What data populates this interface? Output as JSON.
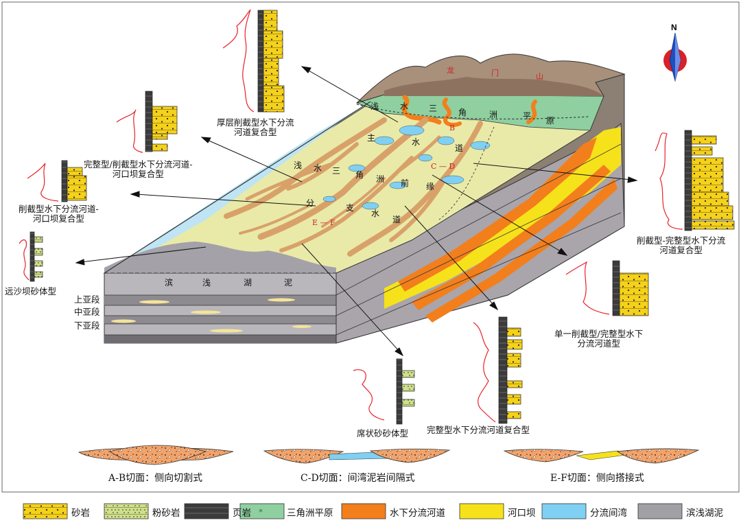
{
  "map_labels": {
    "mountain_1": "龙",
    "mountain_2": "门",
    "mountain_3": "山",
    "plain_1": "浅",
    "plain_2": "水",
    "plain_3": "三",
    "plain_4": "角",
    "plain_5": "洲",
    "plain_6": "平",
    "plain_7": "原",
    "main_channel_1": "主",
    "main_channel_2": "水",
    "main_channel_3": "道",
    "front_1": "浅",
    "front_2": "水",
    "front_3": "三",
    "front_4": "角",
    "front_5": "洲",
    "front_6": "前",
    "front_7": "缘",
    "branch_1": "分",
    "branch_2": "支",
    "branch_3": "水",
    "branch_4": "道",
    "mud_1": "滨",
    "mud_2": "浅",
    "mud_3": "湖",
    "mud_4": "泥",
    "point_b": "B",
    "point_cd": "C — D",
    "point_ef": "E — F"
  },
  "sub_members": {
    "upper": "上亚段",
    "middle": "中亚段",
    "lower": "下亚段"
  },
  "column_labels": {
    "thick_truncated": [
      "厚层削截型水下分流",
      "河道复合型"
    ],
    "complete_truncated": [
      "完整型/削截型水下分流河道-",
      "河口坝复合型"
    ],
    "truncated_bar": [
      "削截型水下分流河道-",
      "河口坝复合型"
    ],
    "distal_bar": "远沙坝砂体型",
    "mat_sand": "席状砂砂体型",
    "complete_channel": "完整型水下分流河道复合型",
    "single_channel": [
      "单一削截型/完整型水下",
      "分流河道型"
    ],
    "truncated_complete": [
      "削截型-完整型水下分流",
      "河道复合型"
    ]
  },
  "north": "N",
  "sections": {
    "ab": "A-B切面：侧向切割式",
    "cd": "C-D切面：间湾泥岩间隔式",
    "ef": "E-F切面：侧向搭接式"
  },
  "legend": [
    {
      "label": "砂岩",
      "color": "#f5d11a"
    },
    {
      "label": "粉砂岩",
      "color": "#cfe08a"
    },
    {
      "label": "页岩",
      "color": "#3a3a3a"
    },
    {
      "label": "三角洲平原",
      "color": "#8fcfa0"
    },
    {
      "label": "水下分流河道",
      "color": "#f27f1c"
    },
    {
      "label": "河口坝",
      "color": "#f6e21a"
    },
    {
      "label": "分流间湾",
      "color": "#7fd0f2"
    },
    {
      "label": "滨浅湖泥",
      "color": "#a0a0a5"
    }
  ]
}
